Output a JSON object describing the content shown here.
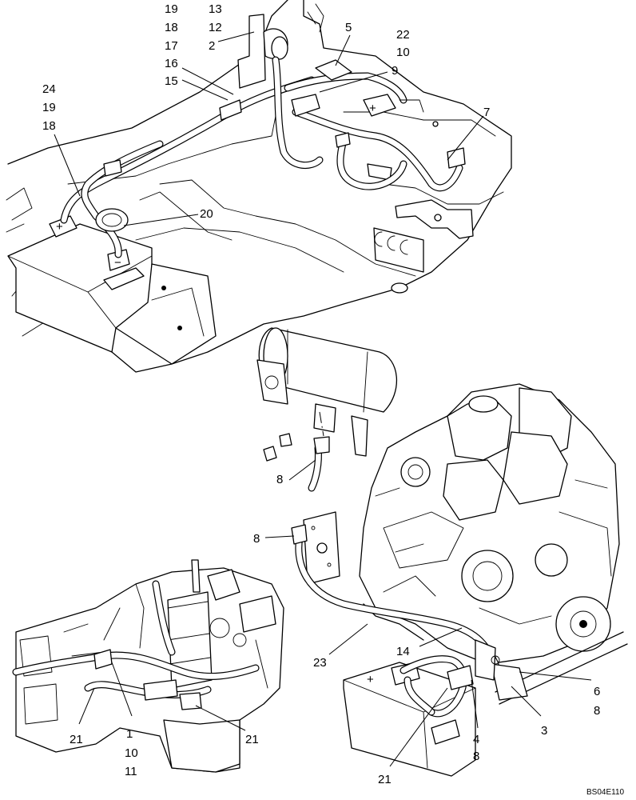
{
  "diagram": {
    "drawing_code": "BS04E110",
    "callouts": {
      "c19a": "19",
      "c18a": "18",
      "c17": "17",
      "c16": "16",
      "c15": "15",
      "c13": "13",
      "c12": "12",
      "c2": "2",
      "c5": "5",
      "c22": "22",
      "c10a": "10",
      "c9": "9",
      "c7": "7",
      "c24": "24",
      "c19b": "19",
      "c18b": "18",
      "c20": "20",
      "c8a": "8",
      "c8b": "8",
      "c23": "23",
      "c14": "14",
      "c6": "6",
      "c8c": "8",
      "c3": "3",
      "c4": "4",
      "c8d": "8",
      "c21c": "21",
      "c21a": "21",
      "c1": "1",
      "c10b": "10",
      "c11": "11",
      "c21b": "21"
    },
    "battery_signs": {
      "pos_top": "+",
      "neg_top": "−",
      "pos_batt": "+",
      "pos_lower": "+"
    },
    "colors": {
      "line": "#000000",
      "background": "#ffffff"
    }
  }
}
